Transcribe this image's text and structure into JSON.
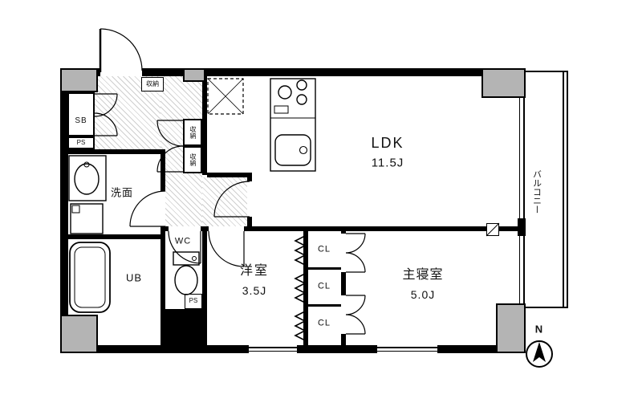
{
  "rooms": {
    "ldk": {
      "label": "LDK",
      "size": "11.5J"
    },
    "western_room": {
      "label": "洋室",
      "size": "3.5J"
    },
    "master_bedroom": {
      "label": "主寝室",
      "size": "5.0J"
    },
    "washroom": {
      "label": "洗面"
    },
    "wc": {
      "label": "WC"
    },
    "unit_bath": {
      "label": "UB"
    },
    "shoe_box": {
      "label": "SB"
    },
    "balcony": {
      "label": "バルコニー"
    }
  },
  "closets": {
    "cl_top": "CL",
    "cl_middle": "CL",
    "cl_bottom": "CL",
    "storage_entry": "収納",
    "storage_upper": "収納",
    "storage_lower": "収納"
  },
  "pipe_spaces": {
    "ps_left": "PS",
    "ps_wc": "PS"
  },
  "compass": {
    "north": "N"
  },
  "colors": {
    "wall": "#000000",
    "pillar": "#b4b4b4",
    "hatch_line": "#cfcfcf"
  }
}
